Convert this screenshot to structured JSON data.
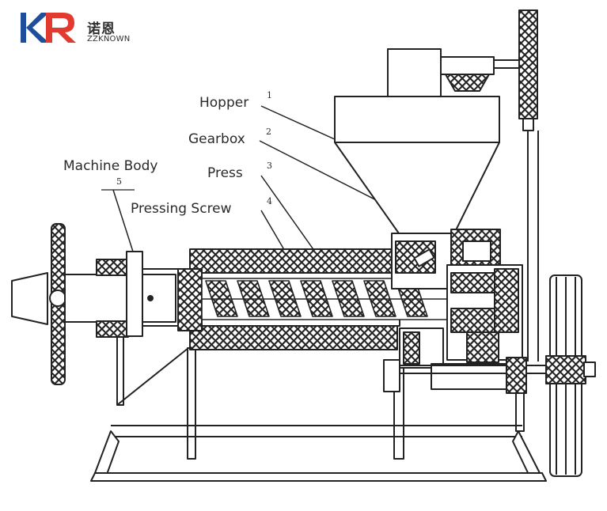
{
  "logo": {
    "chinese_name": "诺恩",
    "english_name": "ZZKNOWN",
    "accent_color": "#1f4e9c",
    "secondary_color": "#e23a2e"
  },
  "diagram": {
    "labels": [
      {
        "id": "hopper",
        "text": "Hopper",
        "number": "1"
      },
      {
        "id": "gearbox",
        "text": "Gearbox",
        "number": "2"
      },
      {
        "id": "press",
        "text": "Press",
        "number": "3"
      },
      {
        "id": "pressing-screw",
        "text": "Pressing Screw",
        "number": "4"
      },
      {
        "id": "machine-body",
        "text": "Machine Body",
        "number": "5"
      }
    ],
    "line_color": "#222222"
  }
}
